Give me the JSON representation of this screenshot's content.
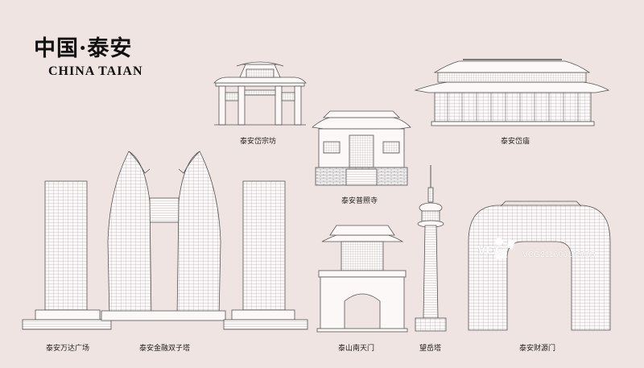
{
  "title": {
    "cn": "中国·泰安",
    "en": "CHINA TAIAN"
  },
  "landmarks": {
    "daizongfang": "泰安岱宗坊",
    "daimiao": "泰安岱庙",
    "puzhaosi": "泰安普照寺",
    "wanda": "泰安万达广场",
    "jinrong": "泰安金融双子塔",
    "nantianmen": "泰山南天门",
    "wangyueta": "望岳塔",
    "caiyuanmen": "泰安财源门"
  },
  "watermark": {
    "brand": "VCG",
    "code": "VCG211606193865",
    "logo": "vcg-logo-icon"
  },
  "colors": {
    "background": "#efe4e1",
    "line": "#555555"
  }
}
